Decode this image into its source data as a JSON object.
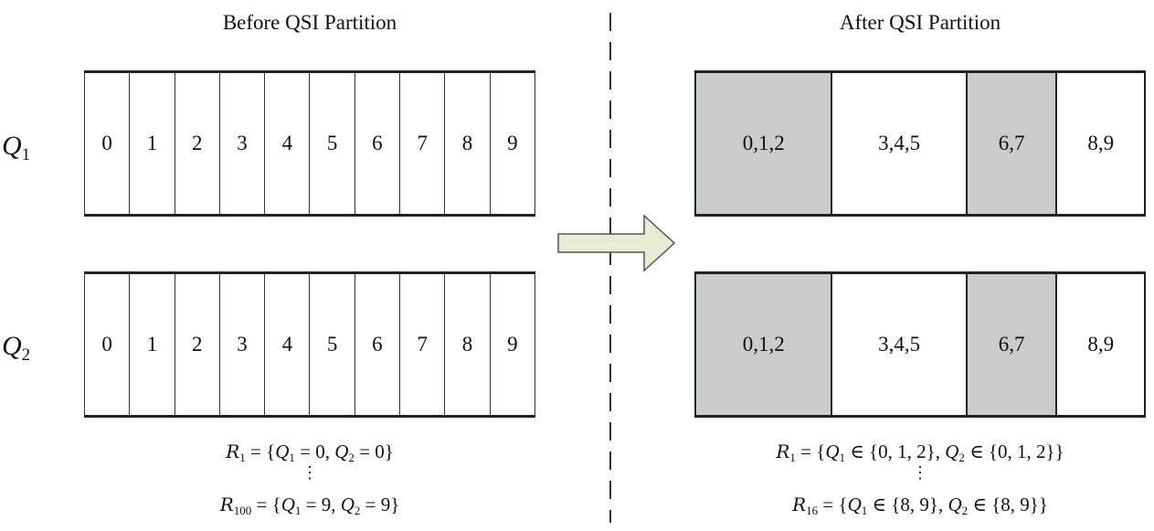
{
  "titles": {
    "before": "Before QSI Partition",
    "after": "After QSI Partition"
  },
  "rows": [
    {
      "symbol": "Q",
      "index": "1"
    },
    {
      "symbol": "Q",
      "index": "2"
    }
  ],
  "before": {
    "q1_cells": [
      "0",
      "1",
      "2",
      "3",
      "4",
      "5",
      "6",
      "7",
      "8",
      "9"
    ],
    "q2_cells": [
      "0",
      "1",
      "2",
      "3",
      "4",
      "5",
      "6",
      "7",
      "8",
      "9"
    ]
  },
  "after": {
    "q1_cells": [
      {
        "label": "0,1,2",
        "shaded": true
      },
      {
        "label": "3,4,5",
        "shaded": false
      },
      {
        "label": "6,7",
        "shaded": true
      },
      {
        "label": "8,9",
        "shaded": false
      }
    ],
    "q2_cells": [
      {
        "label": "0,1,2",
        "shaded": true
      },
      {
        "label": "3,4,5",
        "shaded": false
      },
      {
        "label": "6,7",
        "shaded": true
      },
      {
        "label": "8,9",
        "shaded": false
      }
    ]
  },
  "formulas": {
    "before_first": {
      "set": "R",
      "sub": "1",
      "q1_text": " = 0, ",
      "q2_text": " = 0}"
    },
    "before_last": {
      "set": "R",
      "sub": "100",
      "q1_text": " = 9, ",
      "q2_text": " = 9}"
    },
    "after_first": {
      "set": "R",
      "sub": "1",
      "q1_text": " ∈ {0, 1, 2}, ",
      "q2_text": " ∈ {0, 1, 2}}"
    },
    "after_last": {
      "set": "R",
      "sub": "16",
      "q1_text": " ∈ {8, 9}, ",
      "q2_text": " ∈ {8, 9}}"
    },
    "ellipsis": "⋮"
  },
  "colors": {
    "shaded_cell": "#c9cccb",
    "arrow_fill": "#e6edd3",
    "line": "#222222"
  }
}
